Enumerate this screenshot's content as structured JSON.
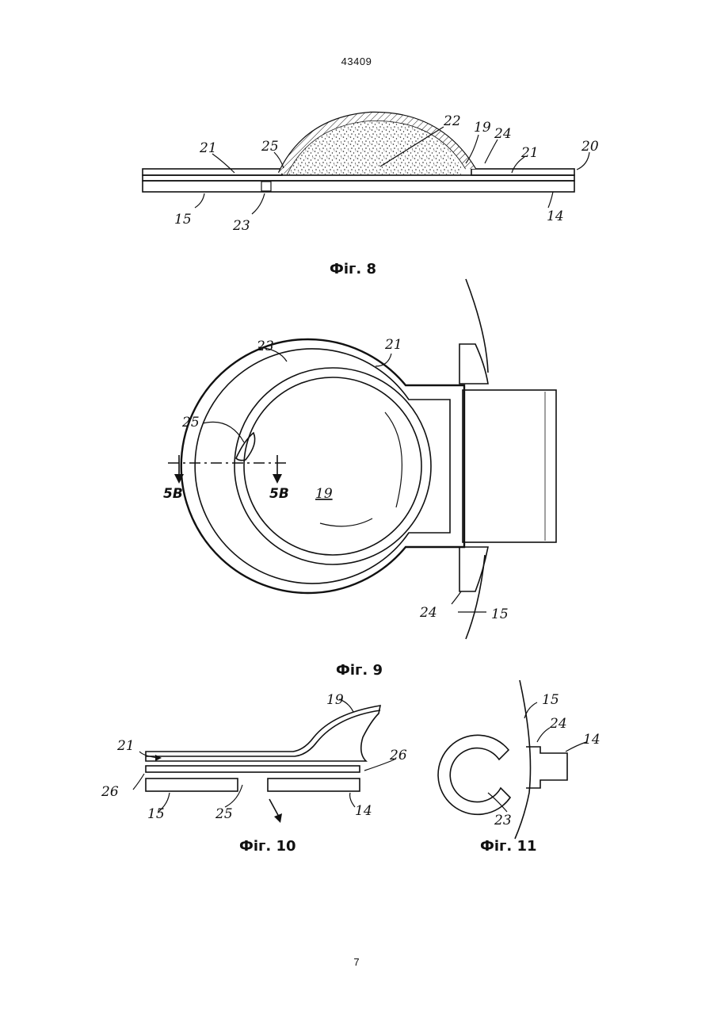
{
  "document": {
    "header_number": "43409",
    "footer_number": "7"
  },
  "figures": {
    "fig8": {
      "caption": "Фіг. 8",
      "labels": [
        "21",
        "25",
        "22",
        "19",
        "24",
        "21",
        "20",
        "15",
        "23",
        "14"
      ]
    },
    "fig9": {
      "caption": "Фіг. 9",
      "labels": [
        "23",
        "21",
        "25",
        "5B",
        "5B",
        "19",
        "24",
        "15"
      ]
    },
    "fig10": {
      "caption": "Фіг. 10",
      "labels": [
        "19",
        "21",
        "26",
        "26",
        "15",
        "25",
        "14"
      ]
    },
    "fig11": {
      "caption": "Фіг. 11",
      "labels": [
        "15",
        "24",
        "14",
        "23"
      ]
    }
  }
}
